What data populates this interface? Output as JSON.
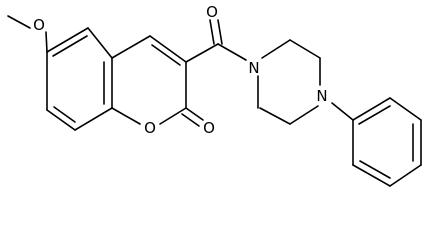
{
  "structure": {
    "atoms": {
      "methoxy_oxygen": "O",
      "carbonyl_oxygen_amide": "O",
      "ring_oxygen": "O",
      "lactone_carbonyl_oxygen": "O",
      "piperazine_n1": "N",
      "piperazine_n4": "N"
    }
  }
}
